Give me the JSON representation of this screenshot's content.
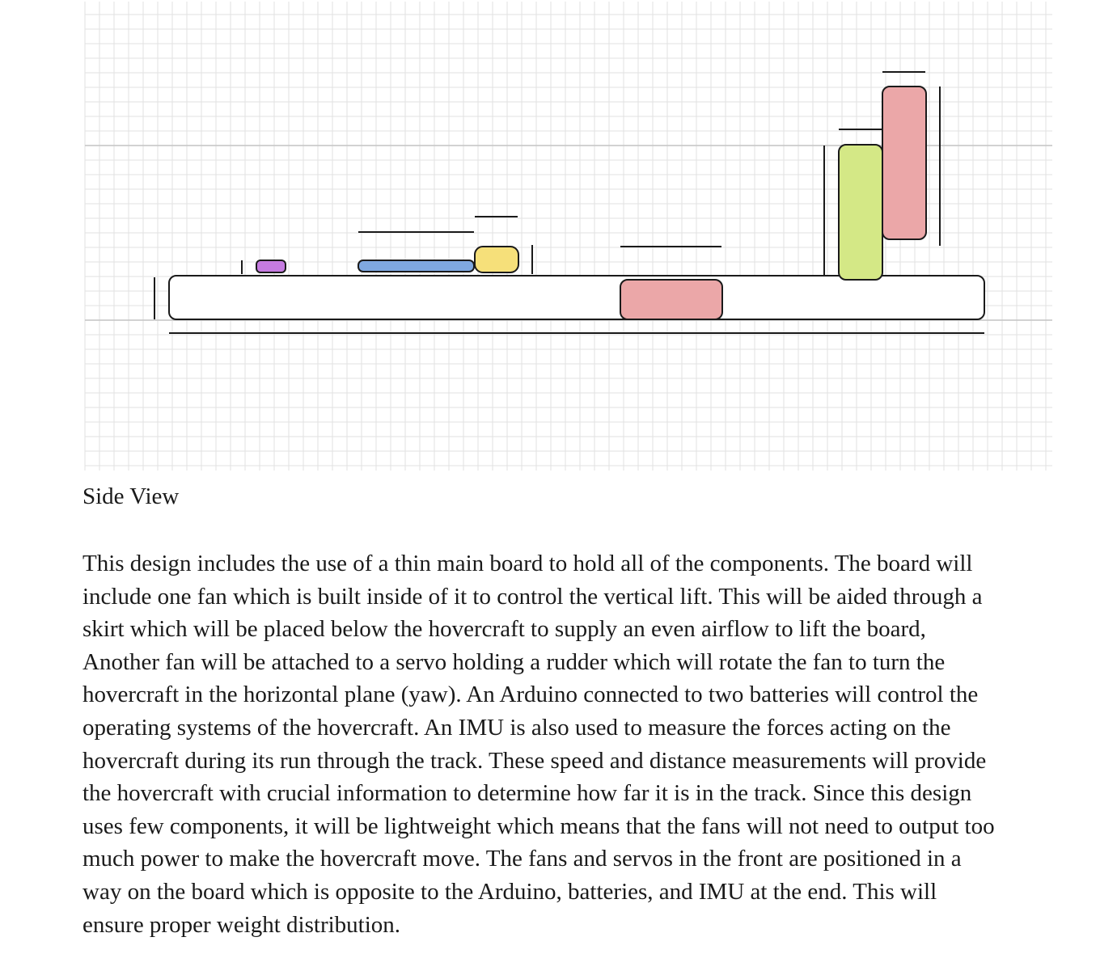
{
  "caption": "Side View",
  "paragraph_lines": [
    "This design includes the use of a thin main board to hold all of the components. The board will",
    "include one fan which is built inside of it to control the vertical lift. This will be aided through a",
    "skirt which will be placed below the hovercraft to supply an even airflow to lift the board,",
    "Another fan will be attached to a servo holding a rudder which will rotate the fan to turn the",
    "hovercraft in the horizontal plane (yaw). An Arduino connected to two batteries will control the",
    "operating systems of the hovercraft. An IMU is also used to measure the forces acting on the",
    "hovercraft during its run through the track. These speed and distance measurements will provide",
    "the hovercraft with crucial information to determine how far it is in the track. Since this design",
    "uses few components, it will be lightweight which means that the fans will not need to output too",
    "much power to make the hovercraft move. The fans and servos in the front are positioned in a",
    "way on the board which is opposite to the Arduino, batteries, and IMU at the end. This will",
    "ensure proper weight distribution."
  ],
  "colors": {
    "grid_minor": "#e2e2e2",
    "grid_major": "#c4c4c4",
    "outline": "#1a1a1a",
    "purple": "#c57be0",
    "blue": "#7fa8e0",
    "yellow": "#f6e07a",
    "pink": "#eba7a8",
    "green": "#d4e886",
    "board": "#ffffff"
  }
}
